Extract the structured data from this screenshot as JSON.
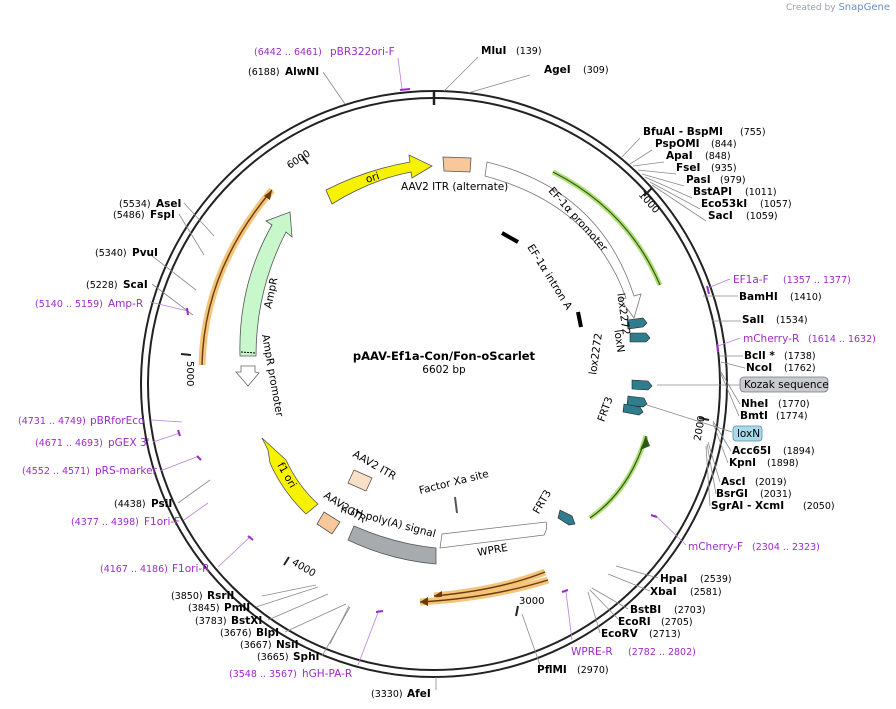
{
  "credit": {
    "prefix": "Created by",
    "brand": "SnapGene"
  },
  "plasmid": {
    "name": "pAAV-Ef1a-Con/Fon-oScarlet",
    "size": "6602 bp"
  },
  "ticks": [
    "1000",
    "2000",
    "3000",
    "4000",
    "5000",
    "6000"
  ],
  "sites": [
    {
      "name": "MluI",
      "pos": "(139)",
      "pre": ""
    },
    {
      "name": "AgeI",
      "pos": "(309)",
      "pre": ""
    },
    {
      "name": "BfuAI  - BspMI",
      "pos": "(755)",
      "pre": ""
    },
    {
      "name": "PspOMI",
      "pos": "(844)",
      "pre": ""
    },
    {
      "name": "ApaI",
      "pos": "(848)",
      "pre": ""
    },
    {
      "name": "FseI",
      "pos": "(935)",
      "pre": ""
    },
    {
      "name": "PasI",
      "pos": "(979)",
      "pre": ""
    },
    {
      "name": "BstAPI",
      "pos": "(1011)",
      "pre": ""
    },
    {
      "name": "Eco53kI",
      "pos": "(1057)",
      "pre": ""
    },
    {
      "name": "SacI",
      "pos": "(1059)",
      "pre": ""
    },
    {
      "name": "BamHI",
      "pos": "(1410)",
      "pre": ""
    },
    {
      "name": "SalI",
      "pos": "(1534)",
      "pre": ""
    },
    {
      "name": "BclI *",
      "pos": "(1738)",
      "pre": ""
    },
    {
      "name": "NcoI",
      "pos": "(1762)",
      "pre": ""
    },
    {
      "name": "NheI",
      "pos": "(1770)",
      "pre": ""
    },
    {
      "name": "BmtI",
      "pos": "(1774)",
      "pre": ""
    },
    {
      "name": "Acc65I",
      "pos": "(1894)",
      "pre": ""
    },
    {
      "name": "KpnI",
      "pos": "(1898)",
      "pre": ""
    },
    {
      "name": "AscI",
      "pos": "(2019)",
      "pre": ""
    },
    {
      "name": "BsrGI",
      "pos": "(2031)",
      "pre": ""
    },
    {
      "name": "SgrAI  - XcmI",
      "pos": "(2050)",
      "pre": ""
    },
    {
      "name": "HpaI",
      "pos": "(2539)",
      "pre": ""
    },
    {
      "name": "XbaI",
      "pos": "(2581)",
      "pre": ""
    },
    {
      "name": "BstBI",
      "pos": "(2703)",
      "pre": ""
    },
    {
      "name": "EcoRI",
      "pos": "(2705)",
      "pre": ""
    },
    {
      "name": "EcoRV",
      "pos": "(2713)",
      "pre": ""
    },
    {
      "name": "PflMI",
      "pos": "(2970)",
      "pre": ""
    },
    {
      "name": "AfeI",
      "pos": "(3330)",
      "pre": ""
    },
    {
      "name": "SphI",
      "pos": "(3665)",
      "pre": ""
    },
    {
      "name": "NsiI",
      "pos": "(3667)",
      "pre": ""
    },
    {
      "name": "BlpI",
      "pos": "(3676)",
      "pre": ""
    },
    {
      "name": "BstXI",
      "pos": "(3783)",
      "pre": ""
    },
    {
      "name": "PmlI",
      "pos": "(3845)",
      "pre": ""
    },
    {
      "name": "RsrII",
      "pos": "(3850)",
      "pre": ""
    },
    {
      "name": "PsiI",
      "pos": "(4438)",
      "pre": ""
    },
    {
      "name": "ScaI",
      "pos": "(5228)",
      "pre": ""
    },
    {
      "name": "PvuI",
      "pos": "(5340)",
      "pre": ""
    },
    {
      "name": "FspI",
      "pos": "(5486)",
      "pre": ""
    },
    {
      "name": "AseI",
      "pos": "(5534)",
      "pre": ""
    },
    {
      "name": "AlwNI",
      "pos": "(6188)",
      "pre": ""
    }
  ],
  "primers": [
    {
      "name": "pBR322ori-F",
      "pos": "(6442 .. 6461)"
    },
    {
      "name": "EF1a-F",
      "pos": "(1357 .. 1377)"
    },
    {
      "name": "mCherry-R",
      "pos": "(1614 .. 1632)"
    },
    {
      "name": "mCherry-F",
      "pos": "(2304 .. 2323)"
    },
    {
      "name": "WPRE-R",
      "pos": "(2782 .. 2802)"
    },
    {
      "name": "hGH-PA-R",
      "pos": "(3548 .. 3567)"
    },
    {
      "name": "F1ori-R",
      "pos": "(4167 .. 4186)"
    },
    {
      "name": "F1ori-F",
      "pos": "(4377 .. 4398)"
    },
    {
      "name": "pRS-marker",
      "pos": "(4552 .. 4571)"
    },
    {
      "name": "pGEX 3'",
      "pos": "(4671 .. 4693)"
    },
    {
      "name": "pBRforEco",
      "pos": "(4731 .. 4749)"
    },
    {
      "name": "Amp-R",
      "pos": "(5140 .. 5159)"
    }
  ],
  "boxed_labels": {
    "kozak": "Kozak sequence",
    "loxN": "loxN"
  },
  "features": {
    "aav2_itr_alt": "AAV2 ITR (alternate)",
    "ef1a_promoter": "EF-1α promoter",
    "ef1a_intron": "EF-1α intron A",
    "lox2272_a": "lox2272",
    "loxN_a": "loxN",
    "lox2272_b": "lox2272",
    "frt3_a": "FRT3",
    "frt3_b": "FRT3",
    "wpre": "WPRE",
    "hgh": "hGH poly(A) signal",
    "factor_xa": "Factor Xa site",
    "aav2_itr_1": "AAV2 ITR",
    "aav2_itr_2": "AAV2 ITR",
    "f1_ori": "f1 ori",
    "ampr_promoter": "AmpR promoter",
    "ampr": "AmpR",
    "ori": "ori"
  },
  "colors": {
    "backbone": "#222222",
    "primer": "#9d2bc9",
    "ori": "#f7f200",
    "ampr": "#c9f7cc",
    "itr": "#f8c79a",
    "orf": "#f3c47a",
    "lox": "#2f7d8c",
    "hgh": "#a8abae"
  }
}
